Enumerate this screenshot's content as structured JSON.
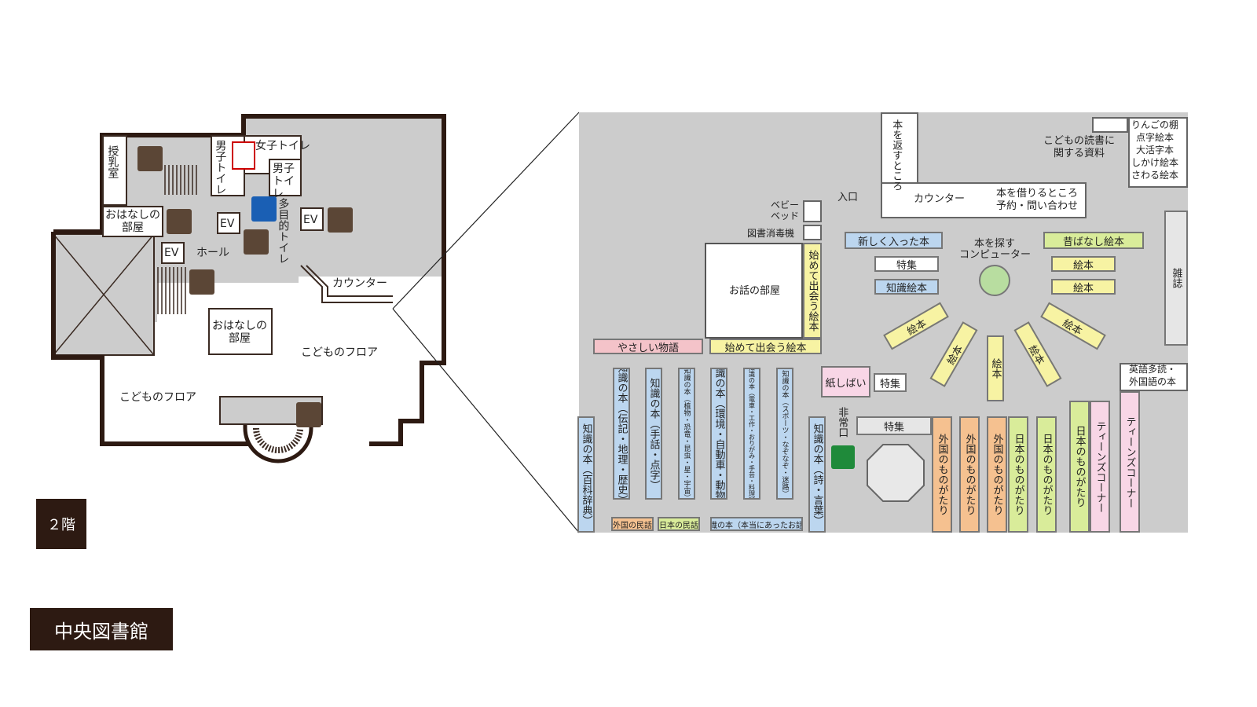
{
  "floor_label": "２階",
  "library_name": "中央図書館",
  "colors": {
    "wall": "#2d1a12",
    "floor_grey": "#cccccc",
    "icon_brown": "#5b4636"
  },
  "plan": {
    "junyu": "授乳室",
    "danshi_toilet_1": "男子トイレ",
    "joshi_toilet": "女子トイレ",
    "danshi_toilet_2": "男子トイレ",
    "tamokuteki_toilet": "多目的トイレ",
    "ohanashi_1": "おはなしの部屋",
    "ohanashi_2": "おはなしの部屋",
    "ev_1": "EV",
    "ev_2": "EV",
    "ev_3": "EV",
    "hall": "ホール",
    "counter": "カウンター",
    "kodomo_floor_1": "こどものフロア",
    "kodomo_floor_2": "こどものフロア"
  },
  "detail": {
    "return": "本を返すところ",
    "counter": "カウンター",
    "borrow_1": "本を借りるところ",
    "borrow_2": "予約・問い合わせ",
    "materials_1": "こどもの読書に",
    "materials_2": "関する資料",
    "apple_1": "りんごの棚",
    "apple_2": "点字絵本",
    "apple_3": "大活字本",
    "apple_4": "しかけ絵本",
    "apple_5": "さわる絵本",
    "entrance": "入口",
    "baby_bed": "ベビーベッド",
    "sterilizer": "図書消毒機",
    "story_room": "お話の部屋",
    "hajimete_v": "始めて出会う絵本",
    "hajimete_h": "始めて出会う絵本",
    "yasashii": "やさしい物語",
    "new_books": "新しく入った本",
    "tokushu_1": "特集",
    "chishiki_ehon": "知識絵本",
    "search_pc_1": "本を探す",
    "search_pc_2": "コンピューター",
    "mukashi": "昔ばなし絵本",
    "ehon_1": "絵本",
    "ehon_2": "絵本",
    "ehon_3": "絵本",
    "ehon_4": "絵本",
    "ehon_5": "絵本",
    "ehon_6": "絵本",
    "ehon_7": "絵本",
    "zasshi": "雑誌",
    "english_1": "英語多読・",
    "english_2": "外国語の本",
    "kamishibai": "紙しばい",
    "tokushu_2": "特集",
    "tokushu_3": "特集",
    "emergency": "非常口",
    "shelf_a": "知識の本（百科辞典）",
    "shelf_b": "知識の本（伝記・地理・歴史）",
    "shelf_c": "知識の本（手話・点字）",
    "shelf_d": "知識の本（植物・恐竜・昆虫・星・宇宙）",
    "shelf_e": "知識の本（環境・自動車・動物）",
    "shelf_f": "知識の本（電車・工作・おりがみ・手芸・料理）",
    "shelf_g": "知識の本（スポーツ・なぞなぞ・迷路）",
    "shelf_h": "知識の本（詩・言葉）",
    "gaikoku_minwa": "外国の民話",
    "nihon_minwa": "日本の民話",
    "chishiki_hontou": "知識の本（本当にあったお話）",
    "gaikoku_1": "外国のものがたり",
    "gaikoku_2": "外国のものがたり",
    "gaikoku_3": "外国のものがたり",
    "nihon_1": "日本のものがたり",
    "nihon_2": "日本のものがたり",
    "nihon_3": "日本のものがたり",
    "teens_1": "ティーンズコーナー",
    "teens_2": "ティーンズコーナー"
  }
}
